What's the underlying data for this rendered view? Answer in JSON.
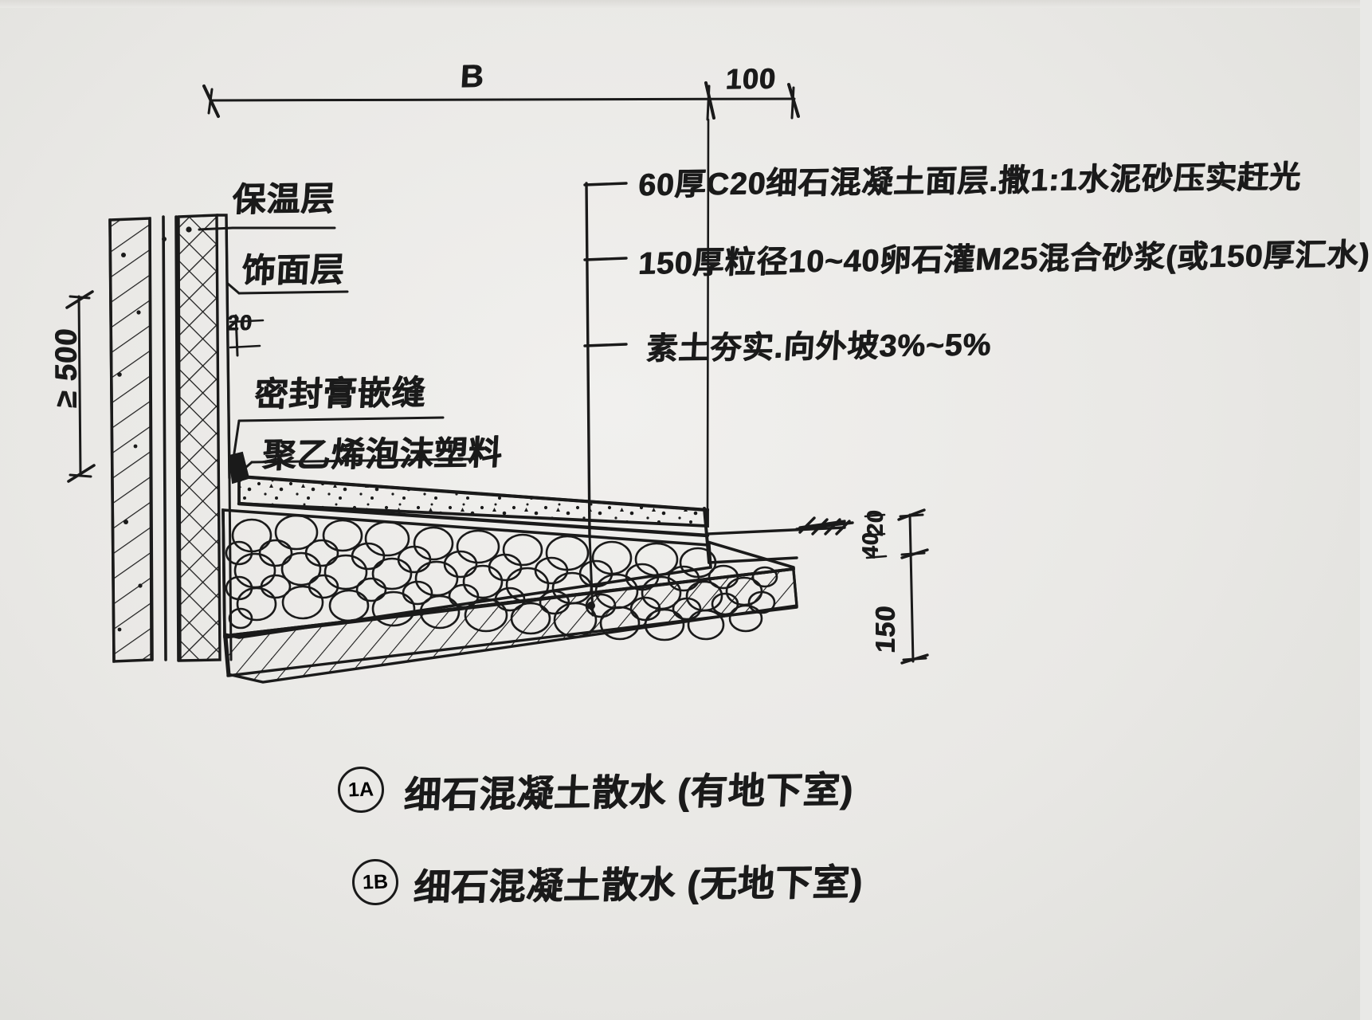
{
  "drawing": {
    "title_top_dim_b": "B",
    "title_top_dim_100": "100",
    "labels": {
      "insulation_layer": "保温层",
      "finish_layer": "饰面层",
      "dim_20": "20",
      "dim_500": "≥ 500",
      "sealant_joint": "密封膏嵌缝",
      "foam_plastic": "聚乙烯泡沫塑料",
      "dim_20_right": "20",
      "dim_40_right": "40",
      "dim_150_right": "150"
    },
    "notes": [
      "60厚C20细石混凝土面层.撒1:1水泥砂压实赶光",
      "150厚粒径10~40卵石灌M25混合砂浆(或150厚汇水)",
      "素土夯实.向外坡3%~5%"
    ],
    "captions": [
      {
        "tag": "1A",
        "text": "细石混凝土散水 (有地下室)"
      },
      {
        "tag": "1B",
        "text": "细石混凝土散水 (无地下室)"
      }
    ],
    "colors": {
      "ink": "#1a1a1a",
      "paper": "#ecebe8"
    }
  }
}
